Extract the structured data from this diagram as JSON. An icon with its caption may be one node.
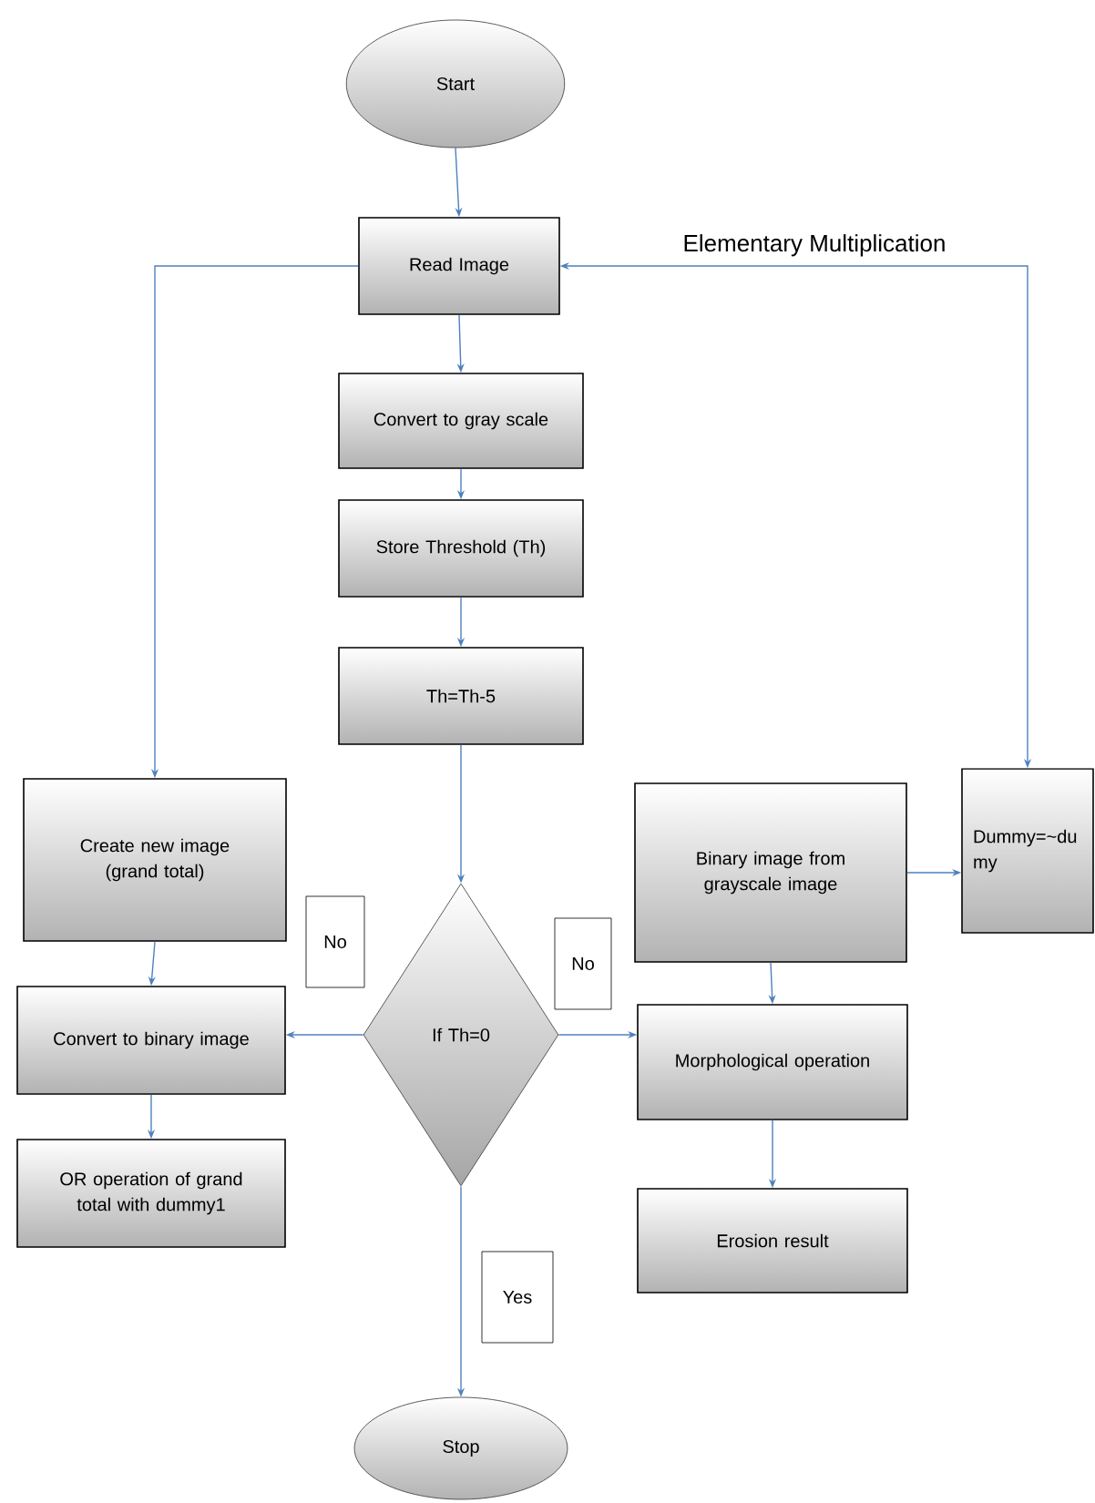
{
  "diagram": {
    "nodes": [
      {
        "text": [
          "Start"
        ]
      },
      {
        "text": [
          "Read Image"
        ]
      },
      {
        "text": [
          "Convert to gray scale"
        ]
      },
      {
        "text": [
          "Store Threshold (Th)"
        ]
      },
      {
        "text": [
          "Th=Th-5"
        ]
      },
      {
        "text": [
          "Create new image (grand total)"
        ]
      },
      {
        "text": [
          "Binary image from grayscale image"
        ]
      },
      {
        "text": [
          "Dummy=~du my"
        ]
      },
      {
        "text": [
          "No"
        ]
      },
      {
        "text": [
          "If Th=0"
        ]
      },
      {
        "text": [
          "No"
        ]
      },
      {
        "text": [
          "Convert to binary image"
        ]
      },
      {
        "text": [
          "Morphological operation"
        ]
      },
      {
        "text": [
          "OR operation of grand total with dummy1"
        ]
      },
      {
        "text": [
          "Erosion result"
        ]
      },
      {
        "text": [
          "Yes"
        ]
      },
      {
        "text": [
          "Stop"
        ]
      }
    ],
    "edges": [
      {
        "from": 0,
        "to": 1,
        "arrow": "to"
      },
      {
        "from": 1,
        "to": 2,
        "arrow": "to"
      },
      {
        "from": 2,
        "to": 3,
        "arrow": "to"
      },
      {
        "from": 3,
        "to": 4,
        "arrow": "to"
      },
      {
        "from": 4,
        "to": 9,
        "arrow": "to"
      },
      {
        "from": 1,
        "to": 5,
        "arrow": "to"
      },
      {
        "from": 5,
        "to": 11,
        "arrow": "to"
      },
      {
        "from": 11,
        "to": 13,
        "arrow": "to"
      },
      {
        "from": 9,
        "to": 11,
        "arrow": "to"
      },
      {
        "from": 9,
        "to": 12,
        "arrow": "to"
      },
      {
        "from": 9,
        "to": 16,
        "arrow": "to"
      },
      {
        "from": 6,
        "to": 12,
        "arrow": "to"
      },
      {
        "from": 12,
        "to": 14,
        "arrow": "to"
      },
      {
        "from": 6,
        "to": 7,
        "arrow": "to"
      },
      {
        "from": 7,
        "to": 1,
        "arrow": "both",
        "label": "Elementary Multiplication"
      }
    ]
  }
}
